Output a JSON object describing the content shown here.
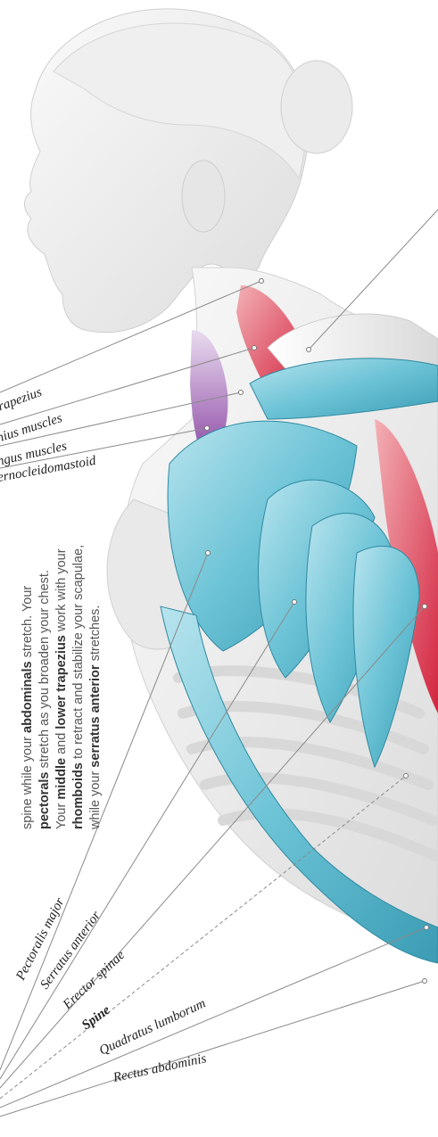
{
  "colors": {
    "muscle_blue": "#4fb3c9",
    "muscle_blue_light": "#a9dde8",
    "muscle_red": "#d8384d",
    "muscle_purple": "#8e4aa6",
    "skin": "#ececec",
    "bone": "#f4f4f4",
    "leader_line": "#8a8a8a"
  },
  "labels": {
    "trapezius": "trapezius",
    "splenius": "nius muscles",
    "longus": "ngus muscles",
    "scm": "ernocleidomastoid",
    "pectoralis": "Pectoralis major",
    "serratus": "Serratus anterior",
    "erector": "Erector spinae",
    "spine": "Spine",
    "quadratus": "Quadratus lumborum",
    "rectus": "Rectus abdominis"
  },
  "description": {
    "line1_pre": "spine while your ",
    "line1_bold": "abdominals",
    "line1_post": " stretch. Your",
    "line2_bold": "pectorals",
    "line2_post": " stretch as you broaden your chest.",
    "line3_pre": "Your ",
    "line3_bold1": "middle",
    "line3_mid": " and ",
    "line3_bold2": "lower trapezius",
    "line3_post": " work with your",
    "line4_bold": "rhomboids",
    "line4_post": " to retract and stabilize your scapulae,",
    "line5_pre": "while your ",
    "line5_bold": "serratus anterior",
    "line5_post": " stretches."
  }
}
